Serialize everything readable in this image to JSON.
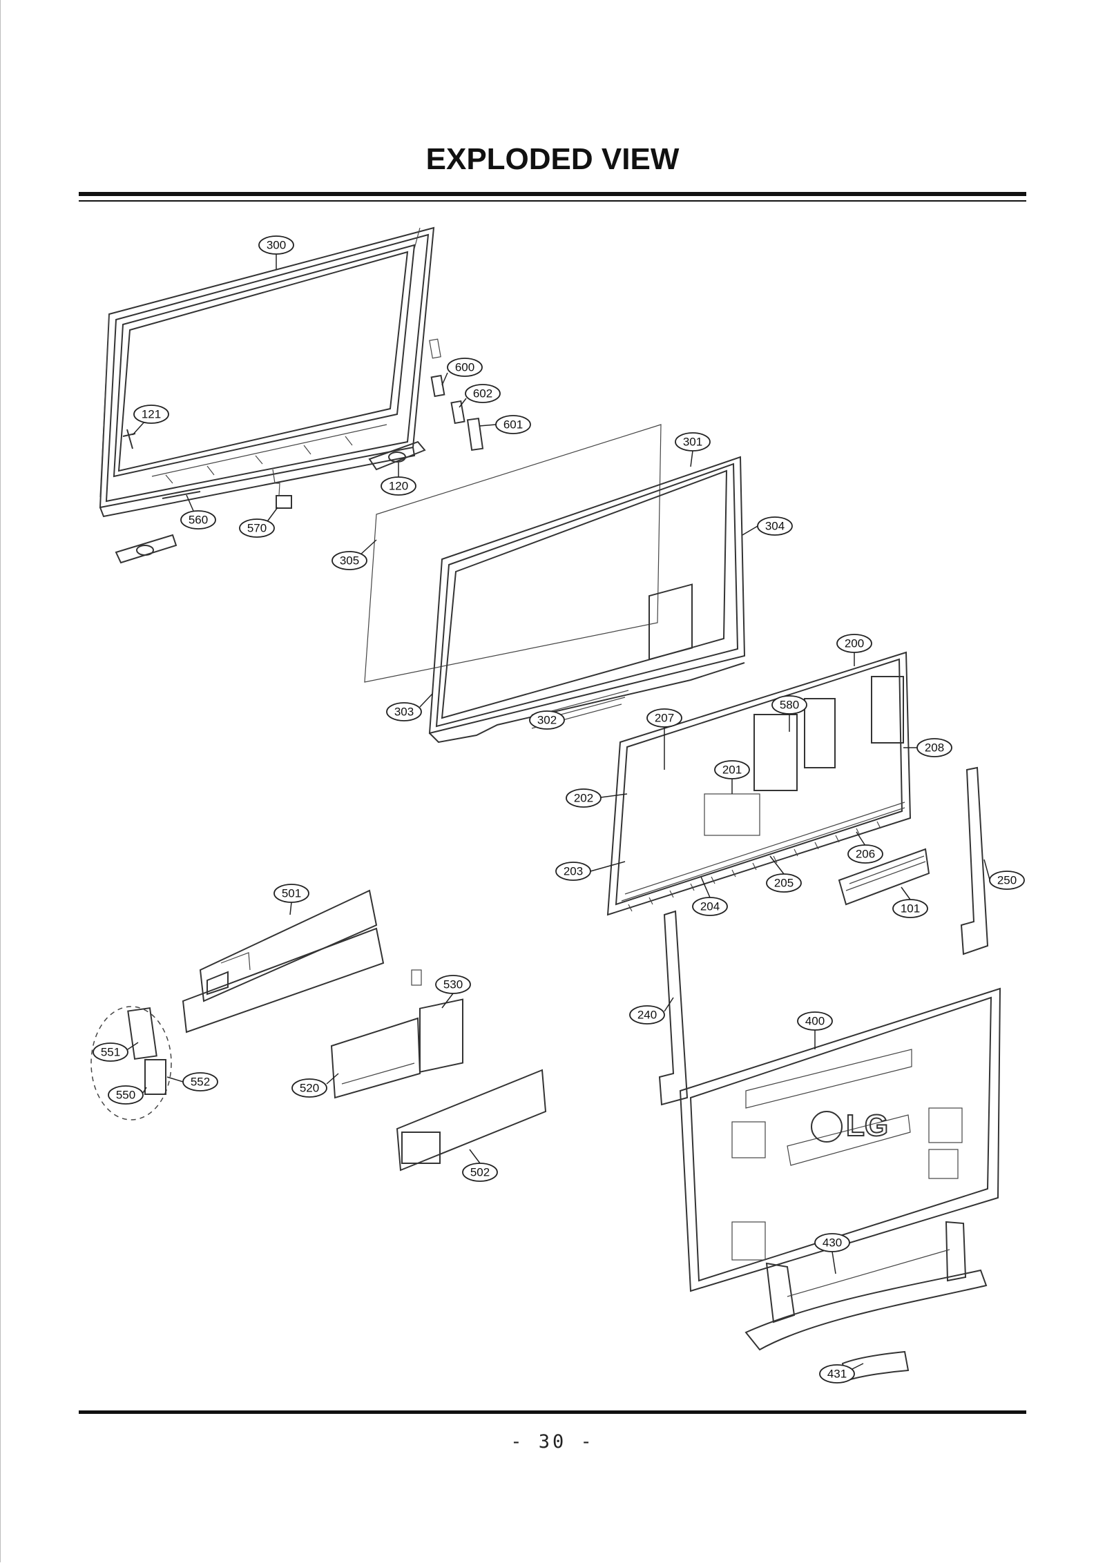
{
  "page": {
    "title": "EXPLODED VIEW",
    "page_number": "- 30 -"
  },
  "callouts": [
    {
      "id": "300",
      "label": "300"
    },
    {
      "id": "600",
      "label": "600"
    },
    {
      "id": "602",
      "label": "602"
    },
    {
      "id": "601",
      "label": "601"
    },
    {
      "id": "121",
      "label": "121"
    },
    {
      "id": "301",
      "label": "301"
    },
    {
      "id": "120",
      "label": "120"
    },
    {
      "id": "560",
      "label": "560"
    },
    {
      "id": "570",
      "label": "570"
    },
    {
      "id": "304",
      "label": "304"
    },
    {
      "id": "305",
      "label": "305"
    },
    {
      "id": "200",
      "label": "200"
    },
    {
      "id": "303",
      "label": "303"
    },
    {
      "id": "302",
      "label": "302"
    },
    {
      "id": "580",
      "label": "580"
    },
    {
      "id": "207",
      "label": "207"
    },
    {
      "id": "208",
      "label": "208"
    },
    {
      "id": "201",
      "label": "201"
    },
    {
      "id": "202",
      "label": "202"
    },
    {
      "id": "206",
      "label": "206"
    },
    {
      "id": "203",
      "label": "203"
    },
    {
      "id": "205",
      "label": "205"
    },
    {
      "id": "250",
      "label": "250"
    },
    {
      "id": "204",
      "label": "204"
    },
    {
      "id": "101",
      "label": "101"
    },
    {
      "id": "501",
      "label": "501"
    },
    {
      "id": "530",
      "label": "530"
    },
    {
      "id": "240",
      "label": "240"
    },
    {
      "id": "400",
      "label": "400"
    },
    {
      "id": "551",
      "label": "551"
    },
    {
      "id": "552",
      "label": "552"
    },
    {
      "id": "550",
      "label": "550"
    },
    {
      "id": "520",
      "label": "520"
    },
    {
      "id": "502",
      "label": "502"
    },
    {
      "id": "430",
      "label": "430"
    },
    {
      "id": "431",
      "label": "431"
    }
  ],
  "logo": {
    "text": "LG"
  }
}
